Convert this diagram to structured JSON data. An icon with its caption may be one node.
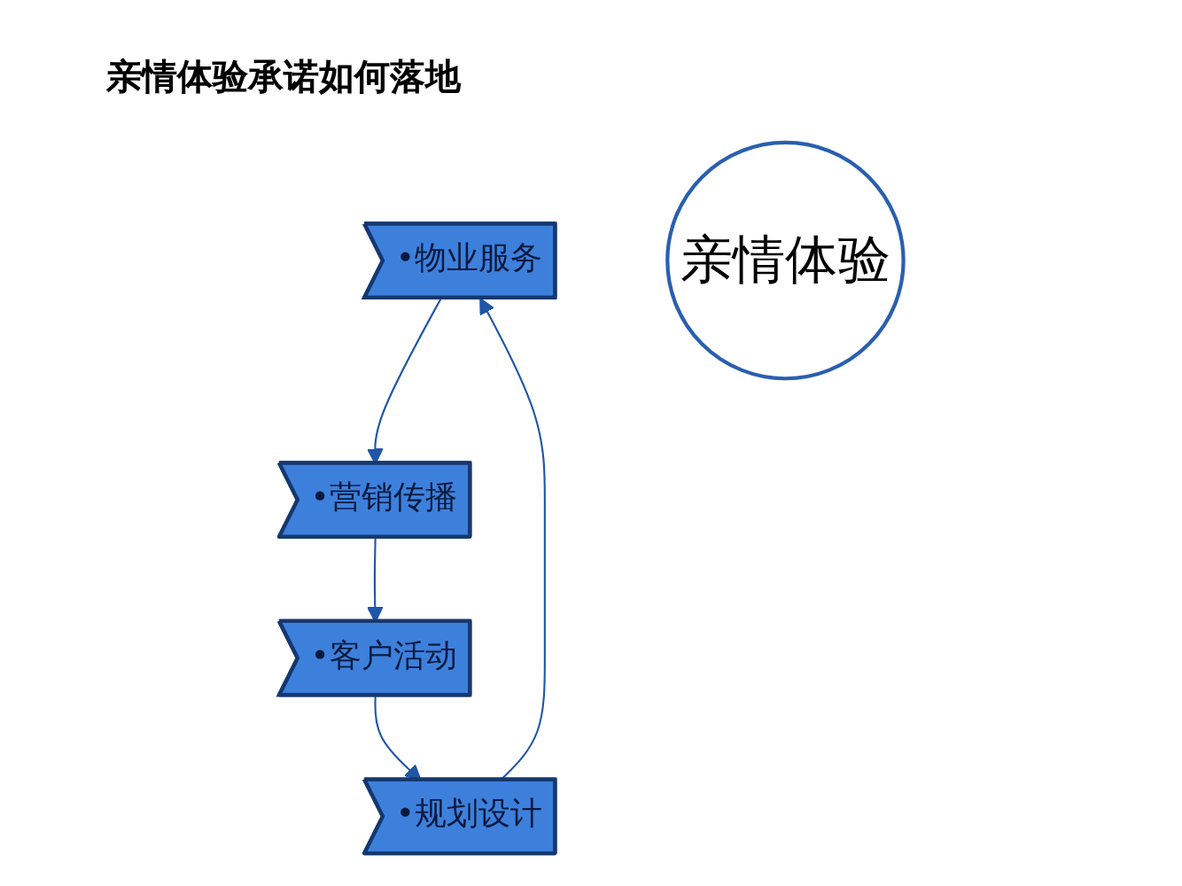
{
  "diagram": {
    "title": "亲情体验承诺如何落地",
    "nodes": [
      {
        "text": [
          "•物业服务"
        ]
      },
      {
        "text": [
          "•营销传播"
        ]
      },
      {
        "text": [
          "•客户活动"
        ]
      },
      {
        "text": [
          "•规划设计"
        ]
      },
      {
        "text": [
          "亲情体验"
        ]
      }
    ],
    "edges": [
      {
        "from": 0,
        "to": 1,
        "arrow": "to"
      },
      {
        "from": 1,
        "to": 2,
        "arrow": "to"
      },
      {
        "from": 2,
        "to": 3,
        "arrow": "to"
      },
      {
        "from": 3,
        "to": 0,
        "arrow": "to"
      }
    ]
  }
}
